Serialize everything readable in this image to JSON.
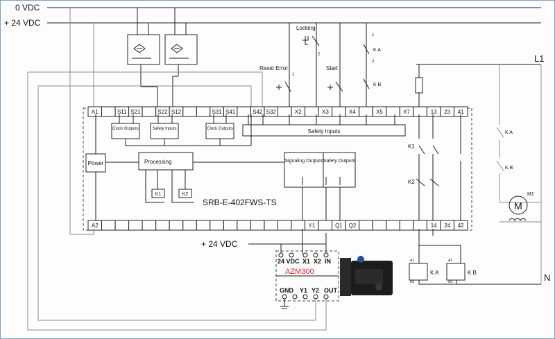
{
  "rails": {
    "zero_vdc": "0 VDC",
    "plus_24vdc": "+ 24 VDC",
    "l1": "L1",
    "n": "N"
  },
  "inputs": {
    "locking": "Locking",
    "reset_error": "Reset Error",
    "start": "Start",
    "ka": "K A",
    "kb": "K B"
  },
  "relay": {
    "model": "SRB-E-402FWS-TS",
    "top_terminals": [
      "A1",
      "S11",
      "S21",
      "S22",
      "S12",
      "S31",
      "S41",
      "S42",
      "S32",
      "X2",
      "X3",
      "X4",
      "X5",
      "X7",
      "13",
      "23",
      "41"
    ],
    "bottom_terminals": [
      "A2",
      "Y1",
      "Q1",
      "Q2",
      "14",
      "24",
      "42"
    ],
    "clock_outputs_1": "Clock Outputs",
    "safety_inputs_small": "Safety Inputs",
    "clock_outputs_2": "Clock Outputs",
    "safety_inputs_bar": "Safety Inputs",
    "power": "Power",
    "processing": "Processing",
    "signaling_outputs": "Signaling Outputs",
    "safety_outputs": "Safety Outputs",
    "k1": "K1",
    "k2": "K2"
  },
  "motor": {
    "label": "M1",
    "symbol": "M"
  },
  "azm": {
    "supply": "+ 24 VDC",
    "name": "AZM300",
    "top_pins": [
      "24 VDC",
      "X1",
      "X2",
      "IN"
    ],
    "bottom_pins": [
      "GND",
      "Y1",
      "Y2",
      "OUT"
    ]
  },
  "coils": {
    "ka": "K A",
    "kb": "K B",
    "a1": "A1",
    "a2": "A2"
  },
  "contact_numbers": {
    "one": "1",
    "two": "2"
  },
  "colors": {
    "accent": "#e8202a"
  }
}
